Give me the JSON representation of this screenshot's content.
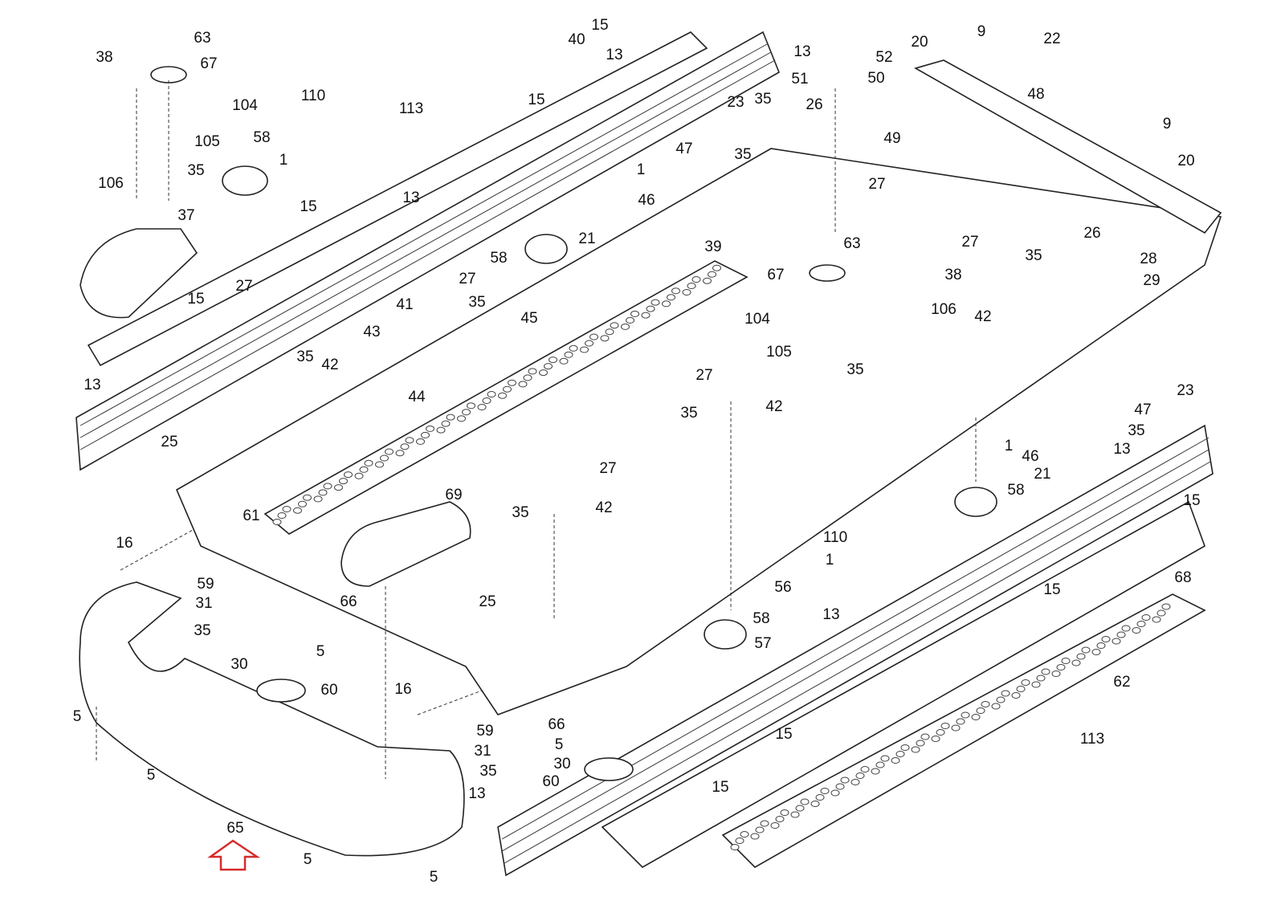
{
  "diagram": {
    "type": "exploded parts diagram",
    "part_labels": [
      "15",
      "13",
      "40",
      "38",
      "63",
      "67",
      "104",
      "110",
      "113",
      "15",
      "58",
      "105",
      "35",
      "106",
      "1",
      "13",
      "15",
      "37",
      "15",
      "27",
      "41",
      "27",
      "35",
      "43",
      "45",
      "35",
      "42",
      "44",
      "13",
      "25",
      "39",
      "58",
      "21",
      "46",
      "1",
      "23",
      "35",
      "26",
      "47",
      "35",
      "49",
      "27",
      "13",
      "52",
      "20",
      "9",
      "22",
      "51",
      "50",
      "48",
      "9",
      "20",
      "63",
      "67",
      "38",
      "27",
      "35",
      "26",
      "28",
      "29",
      "104",
      "106",
      "42",
      "105",
      "35",
      "23",
      "47",
      "35",
      "27",
      "35",
      "42",
      "1",
      "46",
      "13",
      "21",
      "58",
      "15",
      "27",
      "35",
      "42",
      "69",
      "61",
      "16",
      "110",
      "1",
      "68",
      "56",
      "59",
      "31",
      "35",
      "66",
      "5",
      "25",
      "58",
      "13",
      "15",
      "57",
      "62",
      "30",
      "60",
      "5",
      "16",
      "59",
      "66",
      "5",
      "31",
      "30",
      "35",
      "60",
      "15",
      "113",
      "5",
      "13",
      "15",
      "65",
      "5",
      "5"
    ],
    "highlight_arrow": {
      "color": "#d62b2b",
      "points_to": "65"
    }
  }
}
